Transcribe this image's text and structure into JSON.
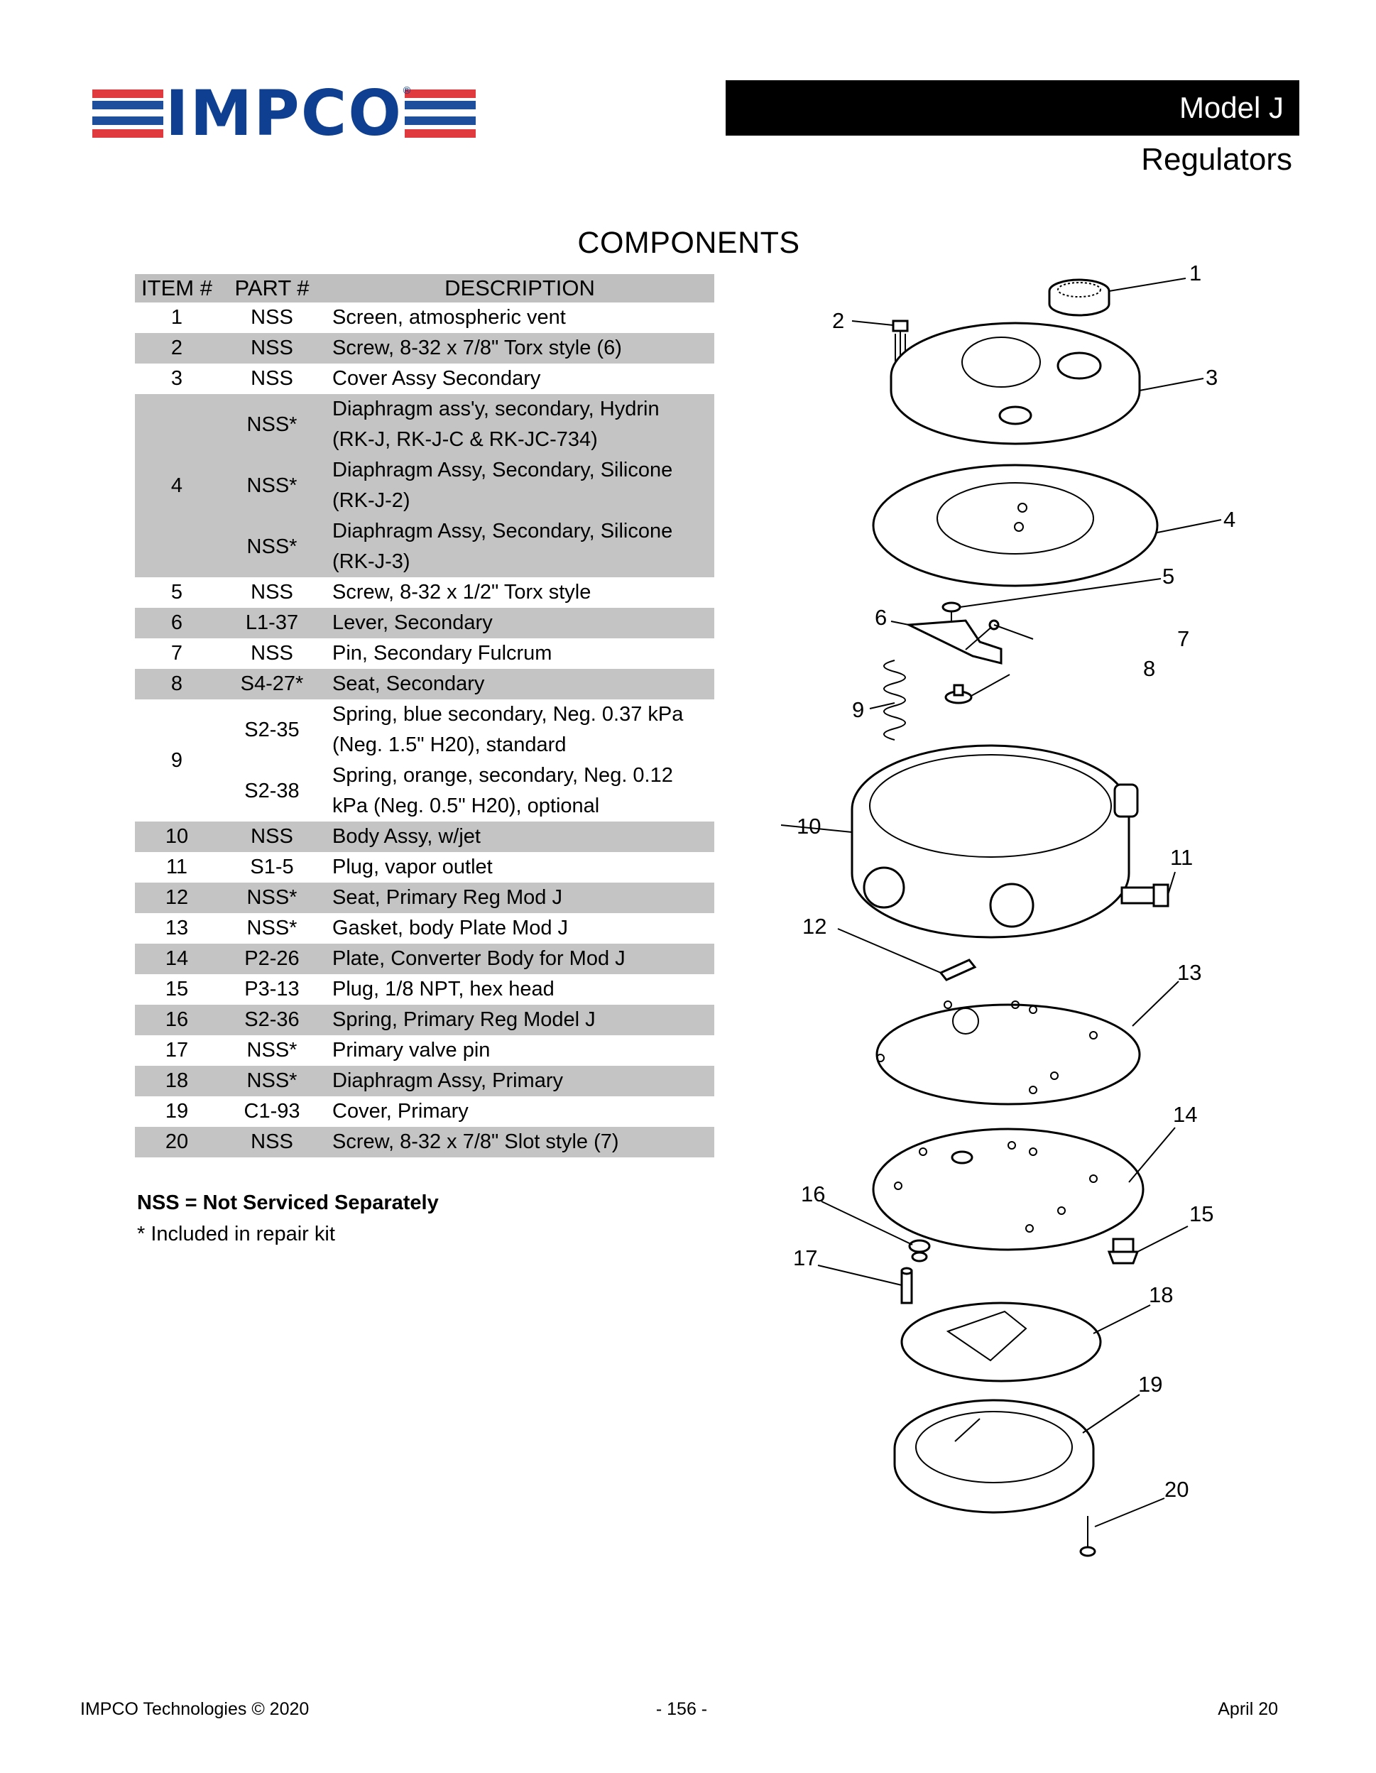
{
  "header": {
    "logo_text": "IMPCO",
    "logo_reg": "®",
    "model": "Model J",
    "subtitle": "Regulators"
  },
  "section_title": "COMPONENTS",
  "table": {
    "columns": [
      "ITEM #",
      "PART #",
      "DESCRIPTION"
    ],
    "rows": [
      {
        "item": "1",
        "parts": [
          {
            "part": "NSS",
            "desc": [
              "Screen, atmospheric vent"
            ]
          }
        ]
      },
      {
        "item": "2",
        "parts": [
          {
            "part": "NSS",
            "desc": [
              "Screw, 8-32 x 7/8\" Torx style (6)"
            ]
          }
        ]
      },
      {
        "item": "3",
        "parts": [
          {
            "part": "NSS",
            "desc": [
              "Cover Assy Secondary"
            ]
          }
        ]
      },
      {
        "item": "4",
        "parts": [
          {
            "part": "NSS*",
            "desc": [
              "Diaphragm ass'y, secondary, Hydrin",
              "(RK-J, RK-J-C & RK-JC-734)"
            ]
          },
          {
            "part": "NSS*",
            "desc": [
              "Diaphragm Assy, Secondary, Silicone",
              "(RK-J-2)"
            ]
          },
          {
            "part": "NSS*",
            "desc": [
              "Diaphragm Assy, Secondary, Silicone",
              "(RK-J-3)"
            ]
          }
        ]
      },
      {
        "item": "5",
        "parts": [
          {
            "part": "NSS",
            "desc": [
              "Screw, 8-32 x 1/2\" Torx style"
            ]
          }
        ]
      },
      {
        "item": "6",
        "parts": [
          {
            "part": "L1-37",
            "desc": [
              "Lever, Secondary"
            ]
          }
        ]
      },
      {
        "item": "7",
        "parts": [
          {
            "part": "NSS",
            "desc": [
              "Pin, Secondary Fulcrum"
            ]
          }
        ]
      },
      {
        "item": "8",
        "parts": [
          {
            "part": "S4-27*",
            "desc": [
              "Seat, Secondary"
            ]
          }
        ]
      },
      {
        "item": "9",
        "parts": [
          {
            "part": "S2-35",
            "desc": [
              "Spring, blue secondary, Neg. 0.37 kPa",
              "(Neg. 1.5\" H20), standard"
            ]
          },
          {
            "part": "S2-38",
            "desc": [
              "Spring, orange, secondary, Neg. 0.12",
              "kPa (Neg. 0.5\" H20), optional"
            ]
          }
        ]
      },
      {
        "item": "10",
        "parts": [
          {
            "part": "NSS",
            "desc": [
              "Body Assy, w/jet"
            ]
          }
        ]
      },
      {
        "item": "11",
        "parts": [
          {
            "part": "S1-5",
            "desc": [
              "Plug, vapor outlet"
            ]
          }
        ]
      },
      {
        "item": "12",
        "parts": [
          {
            "part": "NSS*",
            "desc": [
              "Seat, Primary Reg Mod J"
            ]
          }
        ]
      },
      {
        "item": "13",
        "parts": [
          {
            "part": "NSS*",
            "desc": [
              "Gasket, body Plate Mod J"
            ]
          }
        ]
      },
      {
        "item": "14",
        "parts": [
          {
            "part": "P2-26",
            "desc": [
              "Plate, Converter Body for Mod J"
            ]
          }
        ]
      },
      {
        "item": "15",
        "parts": [
          {
            "part": "P3-13",
            "desc": [
              "Plug, 1/8 NPT, hex head"
            ]
          }
        ]
      },
      {
        "item": "16",
        "parts": [
          {
            "part": "S2-36",
            "desc": [
              "Spring, Primary Reg Model J"
            ]
          }
        ]
      },
      {
        "item": "17",
        "parts": [
          {
            "part": "NSS*",
            "desc": [
              "Primary valve pin"
            ]
          }
        ]
      },
      {
        "item": "18",
        "parts": [
          {
            "part": "NSS*",
            "desc": [
              "Diaphragm Assy, Primary"
            ]
          }
        ]
      },
      {
        "item": "19",
        "parts": [
          {
            "part": "C1-93",
            "desc": [
              "Cover, Primary"
            ]
          }
        ]
      },
      {
        "item": "20",
        "parts": [
          {
            "part": "NSS",
            "desc": [
              "Screw, 8-32 x 7/8\" Slot style (7)"
            ]
          }
        ]
      }
    ]
  },
  "notes": {
    "nss": "NSS = Not Serviced Separately",
    "kit": "* Included in repair kit"
  },
  "diagram": {
    "callouts": [
      "1",
      "2",
      "3",
      "4",
      "5",
      "6",
      "7",
      "8",
      "9",
      "10",
      "11",
      "12",
      "13",
      "14",
      "15",
      "16",
      "17",
      "18",
      "19",
      "20"
    ]
  },
  "footer": {
    "left": "IMPCO Technologies © 2020",
    "center": "- 156 -",
    "right": "April 20"
  }
}
